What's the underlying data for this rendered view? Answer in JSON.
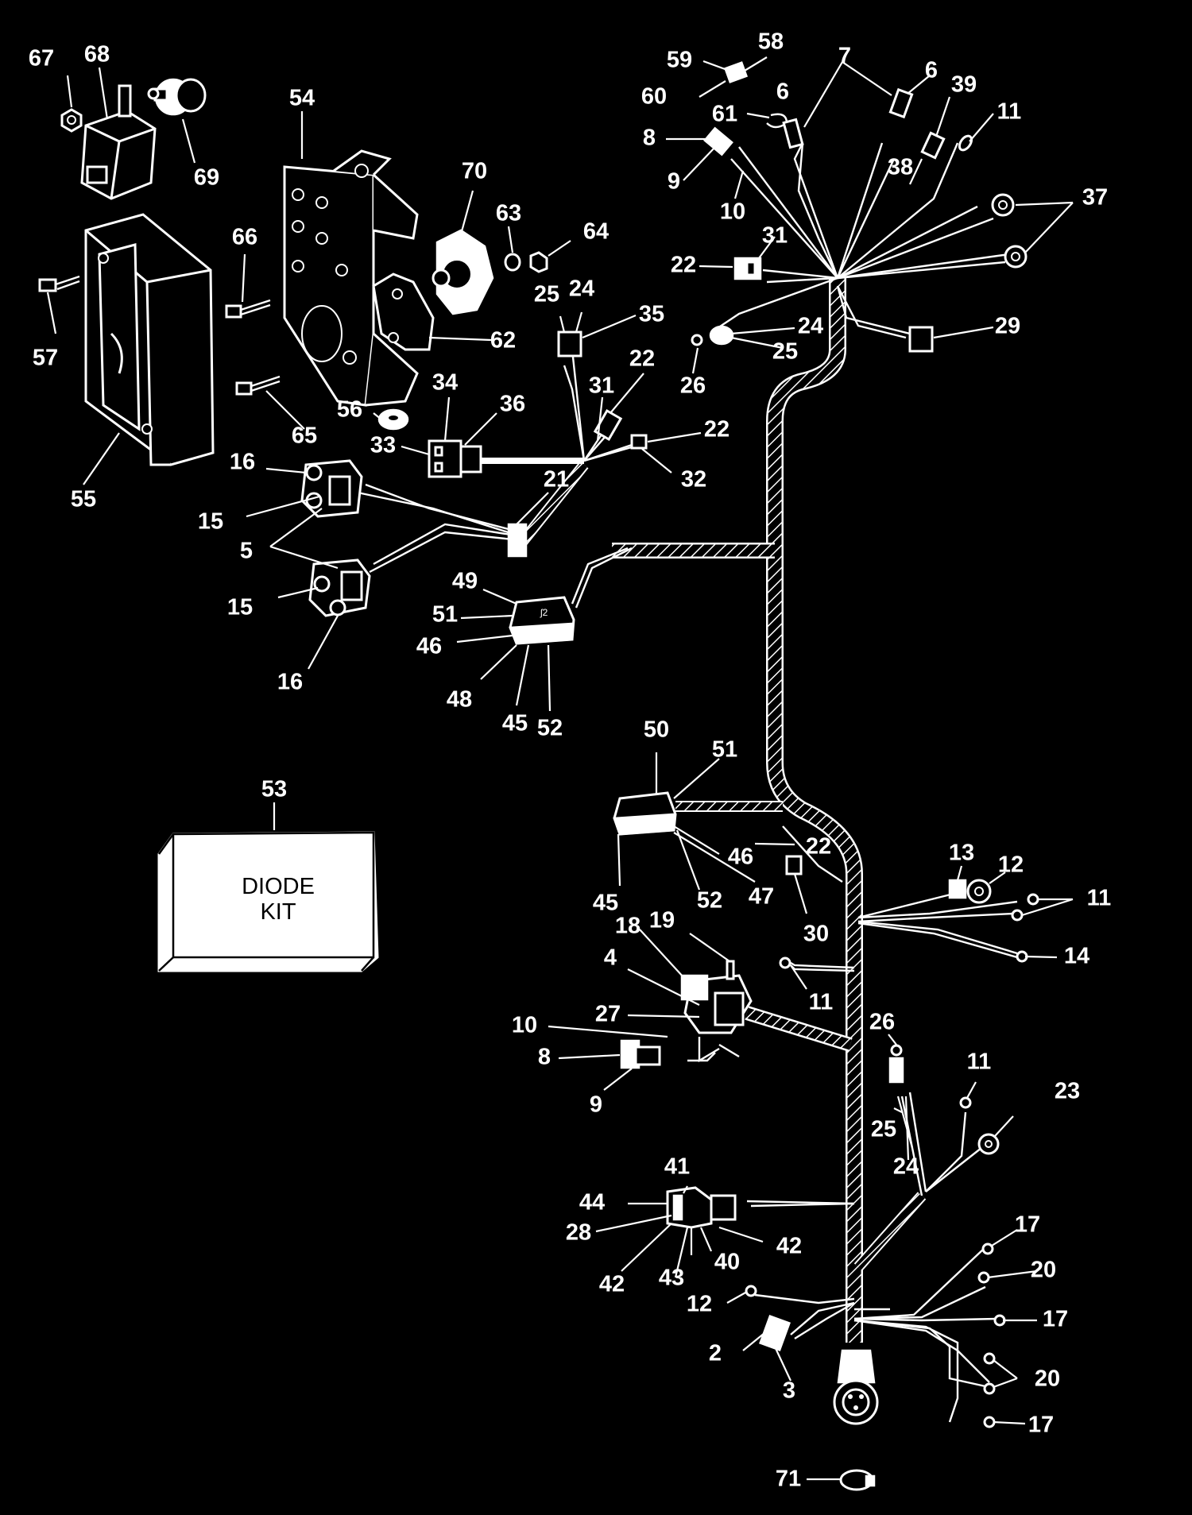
{
  "kit_box": {
    "line1": "DIODE",
    "line2": "KIT"
  },
  "callouts": {
    "c67": "67",
    "c68": "68",
    "c69": "69",
    "c54": "54",
    "c70": "70",
    "c63": "63",
    "c64": "64",
    "c66": "66",
    "c57": "57",
    "c62": "62",
    "c65": "65",
    "c56": "56",
    "c55": "55",
    "c59": "59",
    "c58": "58",
    "c60": "60",
    "c7": "7",
    "c6a": "6",
    "c6b": "6",
    "c39": "39",
    "c61": "61",
    "c8a": "8",
    "c9a": "9",
    "c10a": "10",
    "c11a": "11",
    "c38": "38",
    "c37": "37",
    "c22a": "22",
    "c31a": "31",
    "c25a": "25",
    "c24a": "24",
    "c35": "35",
    "c24b": "24",
    "c25b": "25",
    "c26a": "26",
    "c29": "29",
    "c22b": "22",
    "c31b": "31",
    "c34": "34",
    "c36": "36",
    "c33": "33",
    "c22c": "22",
    "c32": "32",
    "c16a": "16",
    "c21": "21",
    "c15a": "15",
    "c5": "5",
    "c15b": "15",
    "c16b": "16",
    "c49": "49",
    "c51a": "51",
    "c46a": "46",
    "c48": "48",
    "c45a": "45",
    "c52a": "52",
    "c53": "53",
    "c50": "50",
    "c51b": "51",
    "c46b": "46",
    "c22d": "22",
    "c45b": "45",
    "c52b": "52",
    "c47": "47",
    "c13": "13",
    "c12a": "12",
    "c11b": "11",
    "c30": "30",
    "c14": "14",
    "c18": "18",
    "c19": "19",
    "c4": "4",
    "c11c": "11",
    "c27": "27",
    "c10b": "10",
    "c8b": "8",
    "c9b": "9",
    "c26b": "26",
    "c11d": "11",
    "c23": "23",
    "c25c": "25",
    "c24c": "24",
    "c41": "41",
    "c44": "44",
    "c28": "28",
    "c42a": "42",
    "c40": "40",
    "c42b": "42",
    "c43": "43",
    "c17a": "17",
    "c20a": "20",
    "c12b": "12",
    "c17b": "17",
    "c2": "2",
    "c3": "3",
    "c20b": "20",
    "c17c": "17",
    "c71": "71"
  }
}
